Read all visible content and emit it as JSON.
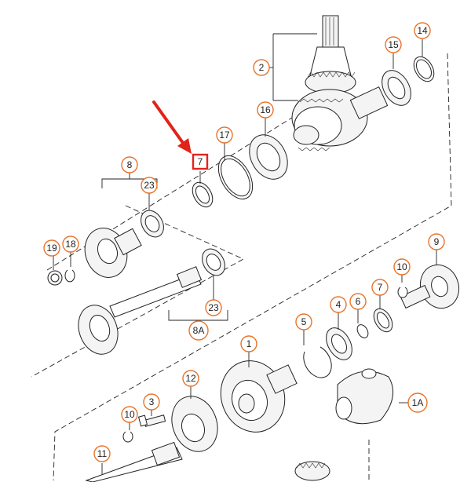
{
  "diagram": {
    "callouts": {
      "c2": "2",
      "c15": "15",
      "c14": "14",
      "c16": "16",
      "c17": "17",
      "c8": "8",
      "c23a": "23",
      "c19": "19",
      "c18": "18",
      "c23b": "23",
      "c8a": "8A",
      "c9": "9",
      "c10a": "10",
      "c7b": "7",
      "c6": "6",
      "c4": "4",
      "c5": "5",
      "c1": "1",
      "c12": "12",
      "c3": "3",
      "c10b": "10",
      "c1a": "1A",
      "c11": "11"
    },
    "highlighted": "7",
    "colors": {
      "callout": "#e8732a",
      "highlight": "#e2231a",
      "line": "#222222"
    }
  }
}
